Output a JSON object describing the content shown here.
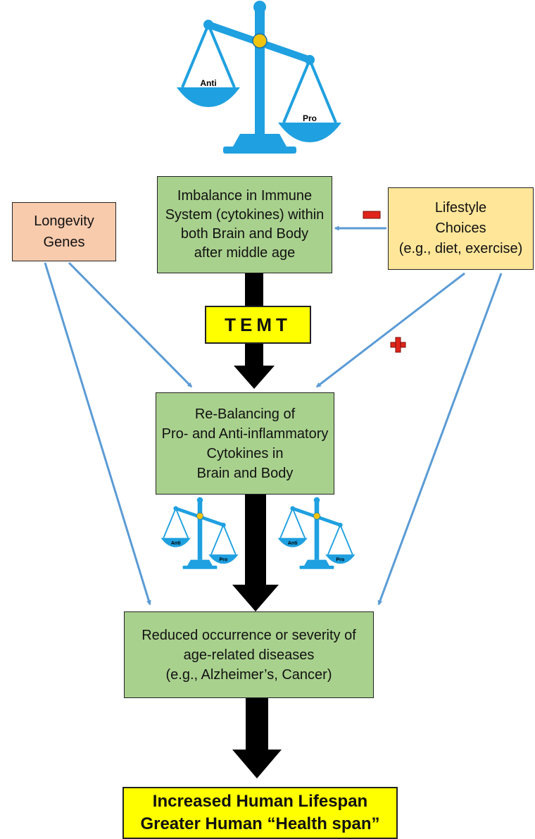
{
  "scale_labels": {
    "anti": "Anti",
    "pro": "Pro"
  },
  "boxes": {
    "imbalance": {
      "lines": [
        "Imbalance in Immune",
        "System (cytokines) within",
        "both Brain and Body",
        "after middle age"
      ]
    },
    "longevity": {
      "lines": [
        "Longevity",
        "Genes"
      ]
    },
    "lifestyle": {
      "lines": [
        "Lifestyle",
        "Choices",
        "(e.g., diet, exercise)"
      ]
    },
    "temt": {
      "label": "TEMT"
    },
    "rebalance": {
      "lines": [
        "Re-Balancing of",
        "Pro- and Anti-inflammatory",
        "Cytokines in",
        "Brain and Body"
      ]
    },
    "reduced": {
      "lines": [
        "Reduced occurrence or severity of",
        "age-related diseases",
        "(e.g., Alzheimer’s, Cancer)"
      ]
    },
    "result": {
      "lines": [
        "Increased Human Lifespan",
        "Greater Human “Health span”"
      ]
    }
  },
  "signs": {
    "minus": "−",
    "plus": "+"
  },
  "colors": {
    "scale": "#1fa0e0",
    "pivot": "#f2c40f",
    "arrow_blue": "#5b9bd5",
    "arrow_black": "#000000",
    "green_box": "#a9d18e",
    "orange_box": "#f8cbad",
    "tan_box": "#ffe699",
    "yellow_box": "#ffff00",
    "sign_red": "#e0241b"
  }
}
